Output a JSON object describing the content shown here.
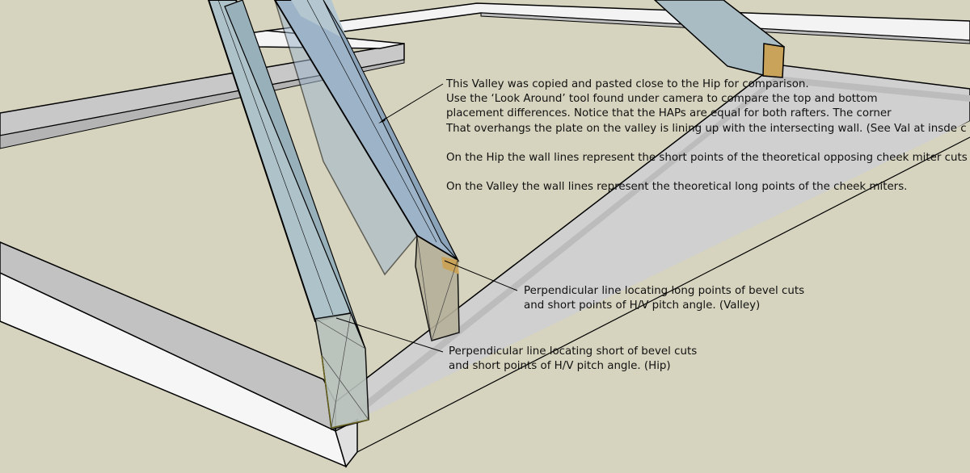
{
  "main_note": {
    "lines": [
      "This Valley was copied and pasted close to the Hip for comparison.",
      "Use the ‘Look Around’ tool found under camera to compare the top and bottom",
      "placement differences.  Notice that the HAPs are equal for both rafters.  The corner",
      "That overhangs the plate on the valley is lining up with the intersecting wall. (See Val at insde c",
      "On the Hip the wall lines represent the short points of the theoretical opposing cheek miter cuts",
      "On the Valley the wall lines represent the theoretical long points of the cheek miters."
    ]
  },
  "valley_note": {
    "line1": "Perpendicular line locating long points of bevel cuts",
    "line2": "and short points of H/V pitch angle.  (Valley)"
  },
  "hip_note": {
    "line1": "Perpendicular line locating short of bevel cuts",
    "line2": "and short points of H/V pitch angle.  (Hip)"
  },
  "colors": {
    "background": "#d6d4be",
    "plate_top": "#f4f4f4",
    "plate_side": "#c6c6c6",
    "rafter_fill": "#a8bdc6",
    "rafter_dark": "#8fa6b2",
    "outline": "#000000"
  }
}
